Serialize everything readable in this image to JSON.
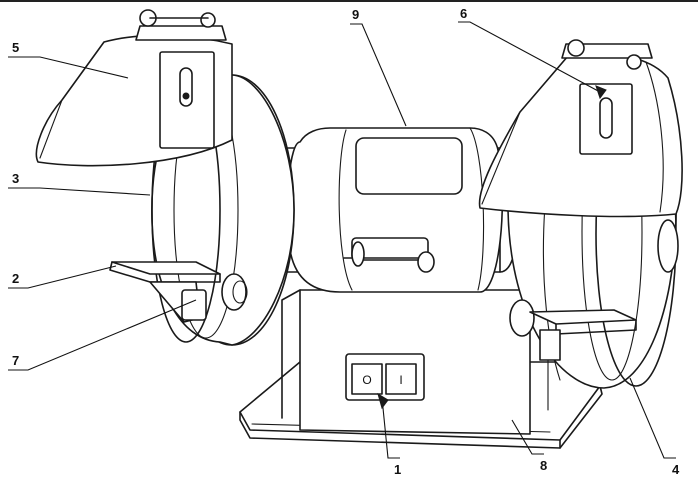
{
  "callouts": [
    {
      "id": "1",
      "label": "1"
    },
    {
      "id": "2",
      "label": "2"
    },
    {
      "id": "3",
      "label": "3"
    },
    {
      "id": "4",
      "label": "4"
    },
    {
      "id": "5",
      "label": "5"
    },
    {
      "id": "6",
      "label": "6"
    },
    {
      "id": "7",
      "label": "7"
    },
    {
      "id": "8",
      "label": "8"
    },
    {
      "id": "9",
      "label": "9"
    }
  ],
  "switch": {
    "off_symbol": "O",
    "on_symbol": "I"
  }
}
